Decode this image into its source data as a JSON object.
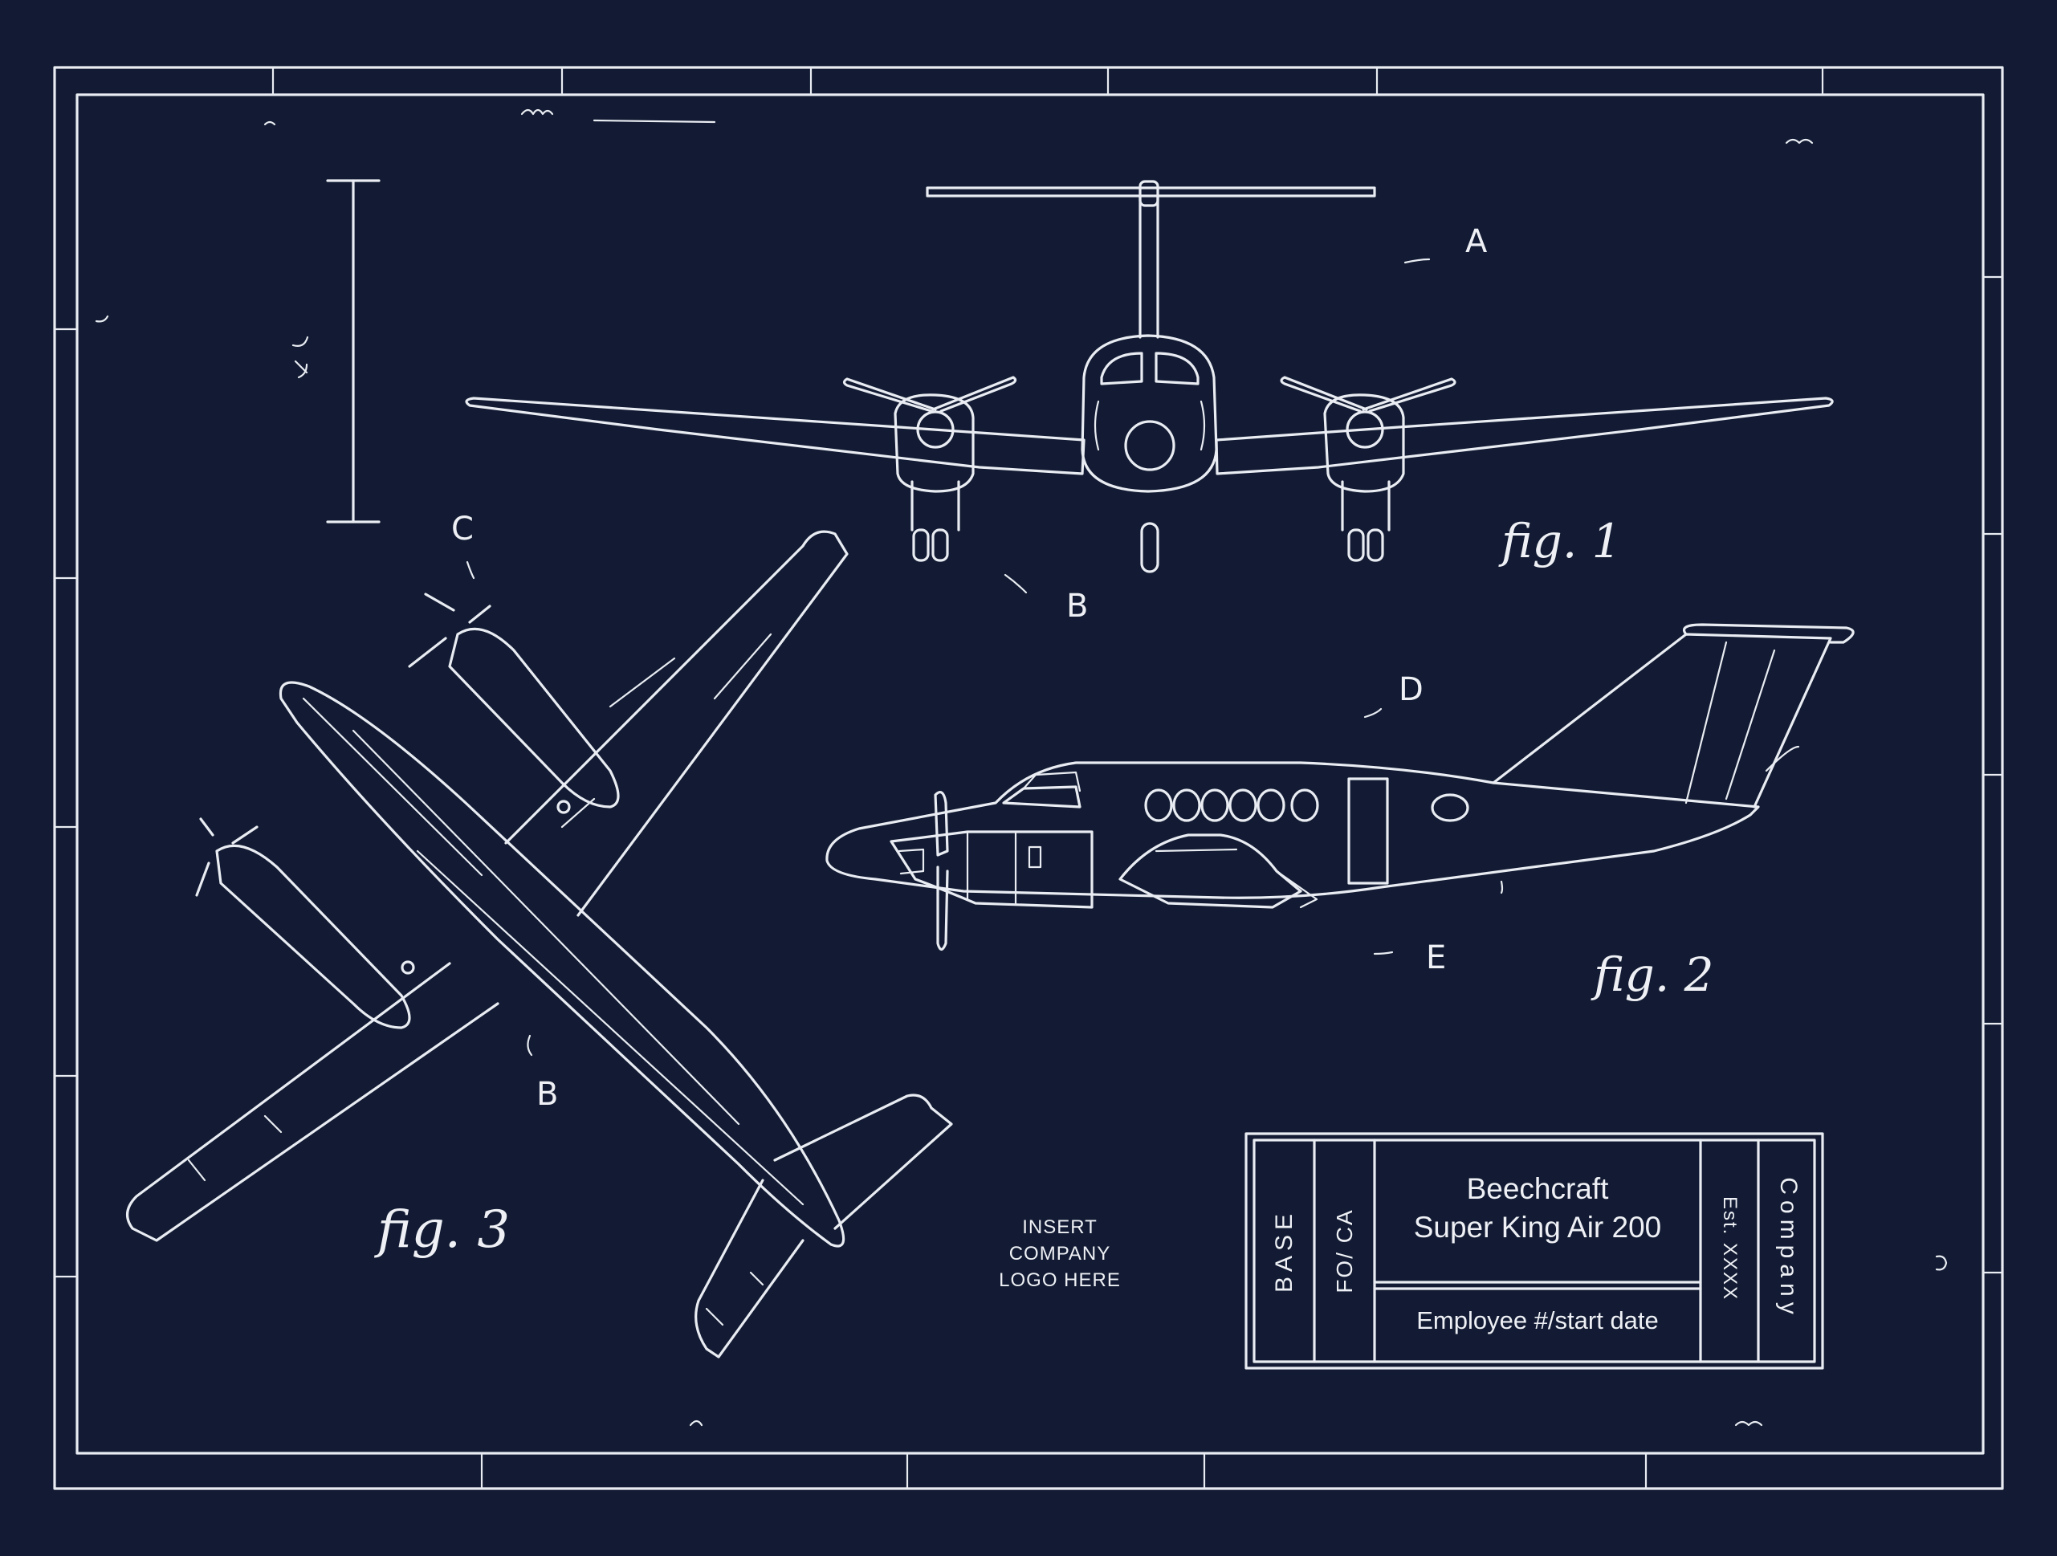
{
  "figures": {
    "fig1": "fig. 1",
    "fig2": "fig. 2",
    "fig3": "fig. 3"
  },
  "callouts": {
    "a": "A",
    "b_front": "B",
    "b_top": "B",
    "c": "C",
    "d": "D",
    "e": "E"
  },
  "logo_placeholder": [
    "INSERT",
    "COMPANY",
    "LOGO HERE"
  ],
  "title_block": {
    "base": "BASE",
    "seat": "FO/ CA",
    "title_line1": "Beechcraft",
    "title_line2": "Super King Air 200",
    "employee": "Employee #/start date",
    "established": "Est. XXXX",
    "company": "Company"
  },
  "colors": {
    "background": "#121b33",
    "ink": "#e9ecf2"
  }
}
